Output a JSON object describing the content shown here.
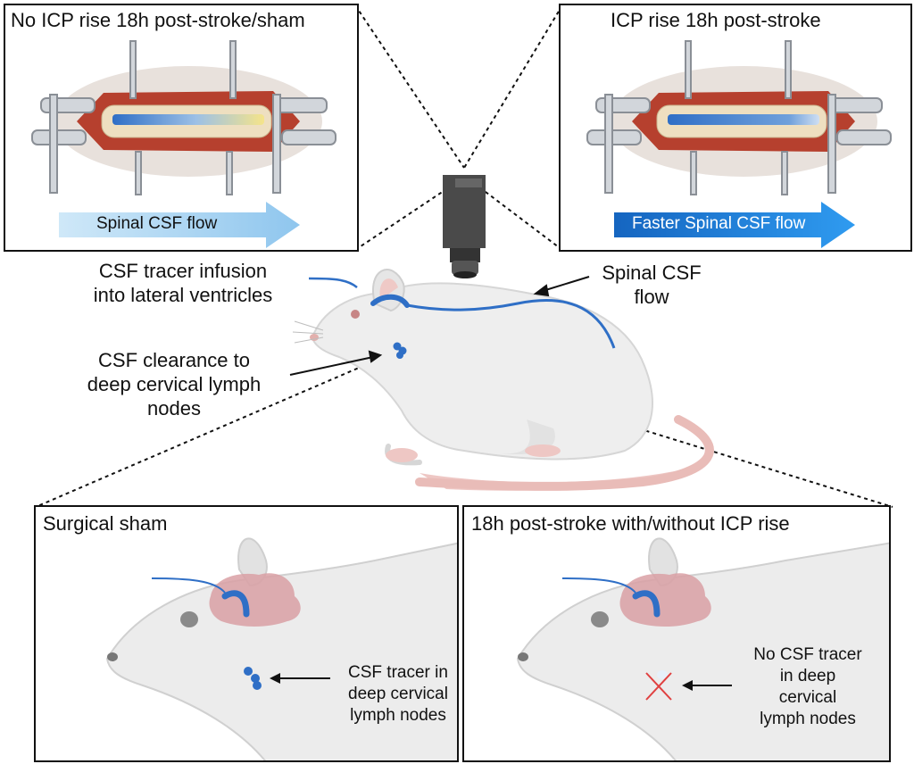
{
  "panels": {
    "top_left": {
      "title": "No ICP rise 18h post-stroke/sham",
      "flow_label": "Spinal CSF flow"
    },
    "top_right": {
      "title": "ICP rise 18h post-stroke",
      "flow_label": "Faster Spinal CSF flow"
    },
    "bottom_left": {
      "title": "Surgical sham",
      "annotation": [
        "CSF tracer in",
        "deep cervical",
        "lymph nodes"
      ]
    },
    "bottom_right": {
      "title": "18h post-stroke with/without ICP rise",
      "annotation": [
        "No CSF tracer",
        "in deep",
        "cervical",
        "lymph nodes"
      ]
    }
  },
  "labels": {
    "infusion": [
      "CSF tracer infusion",
      "into lateral ventricles"
    ],
    "spinal_flow": [
      "Spinal CSF",
      "flow"
    ],
    "clearance": [
      "CSF clearance to",
      "deep cervical lymph",
      "nodes"
    ]
  },
  "colors": {
    "csf_blue": "#2f6fc6",
    "flow_arrow_light": "#a9d4f2",
    "flow_arrow_dark": "#1e88e5",
    "tracer_fill": "#f2d55a",
    "brain": "#d9a0a4",
    "rat_body": "#eeeeee",
    "red_cross": "#e04040"
  }
}
